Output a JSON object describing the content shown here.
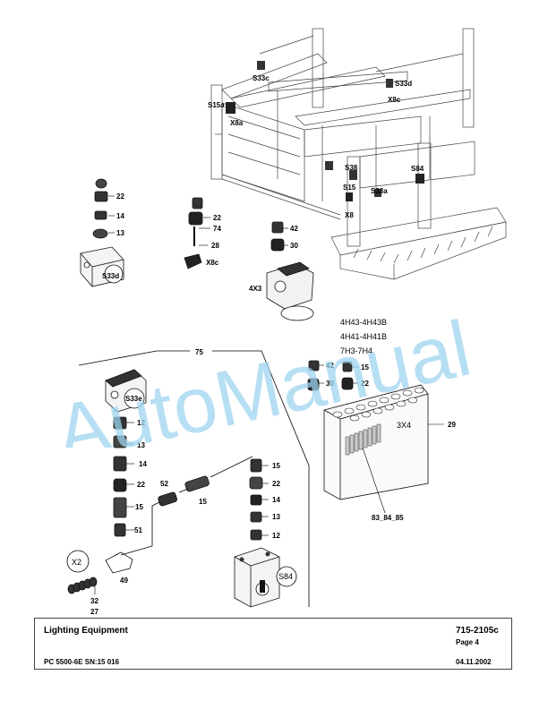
{
  "labels": {
    "s33c_top": "S33c",
    "s33d_top": "S33d",
    "x8c_top": "X8c",
    "s15a": "S15a",
    "x8a": "X8a",
    "s38": "S38",
    "s84_top": "S84",
    "s15": "S15",
    "s33a": "S33a",
    "x8": "X8",
    "n22_a": "22",
    "n14_a": "14",
    "n13_a": "13",
    "s33d_left": "S33d",
    "n22_b": "22",
    "n74": "74",
    "n28": "28",
    "x8c_mid": "X8c",
    "n42_a": "42",
    "n30_a": "30",
    "x4x3": "4X3",
    "h43": "4H43-4H43B",
    "h41": "4H41-4H41B",
    "h7": "7H3-7H4",
    "n75": "75",
    "n42_b": "42",
    "n15_a": "15",
    "n30_b": "30",
    "n22_c": "22",
    "s33e": "S33e",
    "n12_a": "12",
    "n13_b": "13",
    "n14_b": "14",
    "n22_d": "22",
    "n15_b": "15",
    "n51": "51",
    "n52": "52",
    "n15_c": "15",
    "n15_d": "15",
    "n22_e": "22",
    "n14_c": "14",
    "n13_c": "13",
    "n12_b": "12",
    "x2": "X2",
    "n49": "49",
    "n32": "32",
    "n27": "27",
    "s84_box": "S84",
    "x3x4": "3X4",
    "n29": "29",
    "n83": "83_84_85"
  },
  "watermark": "AutoManual",
  "footer": {
    "title": "Lighting Equipment",
    "doc_number": "715-2105c",
    "page": "Page 4",
    "model": "PC 5500-6E SN:15 016",
    "date": "04.11.2002"
  }
}
